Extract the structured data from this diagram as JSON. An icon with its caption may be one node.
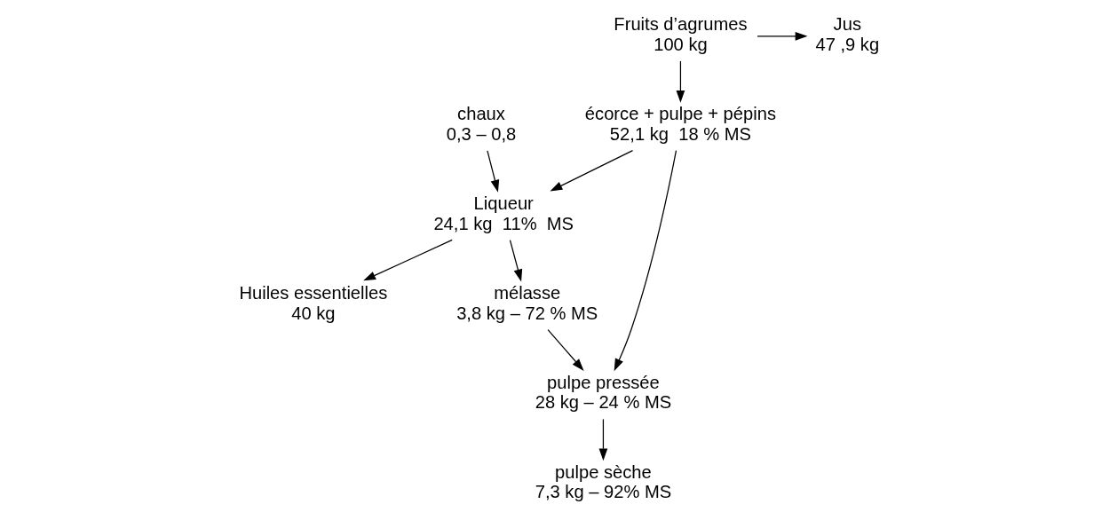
{
  "diagram": {
    "nodes": [
      {
        "text": [
          "Fruits d’agrumes",
          "100 kg"
        ]
      },
      {
        "text": [
          "Jus",
          "47 ,9 kg"
        ]
      },
      {
        "text": [
          "écorce + pulpe + pépins",
          "52,1 kg  18 % MS"
        ]
      },
      {
        "text": [
          "chaux",
          "0,3 – 0,8"
        ]
      },
      {
        "text": [
          "Liqueur",
          "24,1 kg  11%  MS"
        ]
      },
      {
        "text": [
          "pulpe pressée",
          "28 kg – 24 % MS"
        ]
      },
      {
        "text": [
          "Huiles essentielles",
          "40 kg"
        ]
      },
      {
        "text": [
          "mélasse",
          "3,8 kg – 72 % MS"
        ]
      },
      {
        "text": [
          "pulpe sèche",
          "7,3 kg – 92% MS"
        ]
      }
    ],
    "edges": [
      {
        "from": 0,
        "to": 1,
        "arrow": "to"
      },
      {
        "from": 0,
        "to": 2,
        "arrow": "to"
      },
      {
        "from": 3,
        "to": 4,
        "arrow": "to"
      },
      {
        "from": 2,
        "to": 4,
        "arrow": "to"
      },
      {
        "from": 2,
        "to": 5,
        "arrow": "to"
      },
      {
        "from": 4,
        "to": 6,
        "arrow": "to"
      },
      {
        "from": 4,
        "to": 7,
        "arrow": "to"
      },
      {
        "from": 7,
        "to": 5,
        "arrow": "to"
      },
      {
        "from": 5,
        "to": 8,
        "arrow": "to"
      }
    ]
  }
}
